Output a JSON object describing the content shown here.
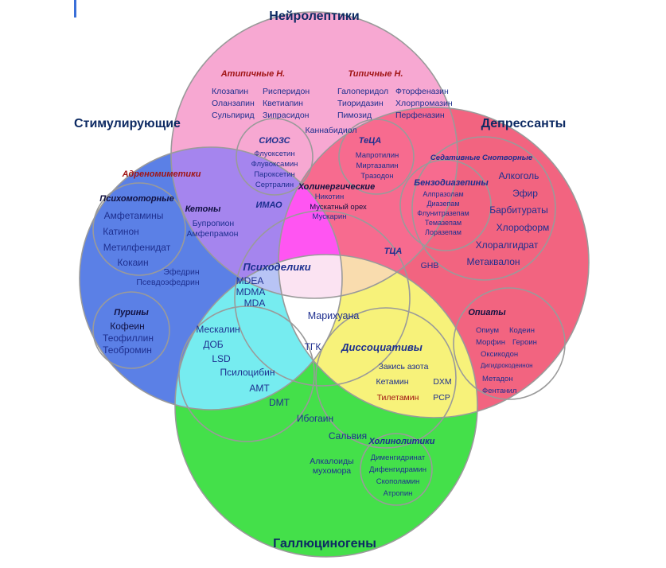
{
  "colors": {
    "neuroleptics": "#f7a6d0",
    "stimulants": "#5a82e8",
    "depressants": "#f0607a",
    "hallucinogens": "#3fe043",
    "label_dark_blue": "#0d2a63",
    "label_red": "#a01414"
  },
  "categories": {
    "neuroleptics": "Нейролептики",
    "stimulants": "Стимулирующие",
    "depressants": "Депрессанты",
    "hallucinogens": "Галлюциногены"
  },
  "groups": {
    "atypical": "Атипичные Н.",
    "typical": "Типичные Н.",
    "ssri": "СИОЗС",
    "teca": "ТеЦА",
    "sedatives": "Седативные Снотворные",
    "adrenomimetics": "Адреномиметики",
    "cholinergic": "Холинергические",
    "benzodiazepines": "Бензодиазепины",
    "psychomotor": "Психомоторные",
    "ketones": "Кетоны",
    "maoi": "ИМАО",
    "tca": "ТЦА",
    "psychedelics": "Психоделики",
    "purines": "Пурины",
    "opiates": "Опиаты",
    "dissociatives": "Диссоциативы",
    "anticholinergics": "Холинолитики"
  },
  "drugs": {
    "atypical": [
      "Клозапин",
      "Рисперидон",
      "Оланзапин",
      "Кветиапин",
      "Сульпирид",
      "Зипрасидон"
    ],
    "typical": [
      "Галоперидол",
      "Фторфеназин",
      "Тиоридазин",
      "Хлорпромазин",
      "Пимозид",
      "Перфеназин"
    ],
    "cannabidiol": "Каннабидиол",
    "ssri": [
      "Флуоксетин",
      "Флувоксамин",
      "Пароксетин",
      "Сертралин"
    ],
    "teca": [
      "Мапротилин",
      "Миртазапин",
      "Тразодон"
    ],
    "cholinergic": [
      "Никотин",
      "Мускатный орех",
      "Мускарин"
    ],
    "benzodiazepines": [
      "Алпразолам",
      "Диазепам",
      "Флунитразепам",
      "Темазепам",
      "Лоразепам"
    ],
    "sedatives": [
      "Алкоголь",
      "Эфир",
      "Барбитураты",
      "Хлороформ",
      "Хлоралгидрат",
      "Метаквалон"
    ],
    "psychomotor": [
      "Амфетамины",
      "Катинон",
      "Метилфенидат",
      "Кокаин"
    ],
    "ketones": [
      "Бупропион",
      "Амфепрамон"
    ],
    "ephedrine": [
      "Эфедрин",
      "Псевдоэфедрин"
    ],
    "purines": [
      "Кофеин",
      "Теофиллин",
      "Теобромин"
    ],
    "tca_ghb": "GHB",
    "psychedelic_amph": [
      "MDEA",
      "MDMA",
      "MDA"
    ],
    "marijuana": "Марихуана",
    "thc": "ТГК",
    "hallucinogens": [
      "Мескалин",
      "ДОБ",
      "LSD",
      "Псилоцибин",
      "АМТ",
      "DMT"
    ],
    "dissociatives": [
      "Закись азота",
      "Кетамин",
      "DXM",
      "Тилетамин",
      "PCP"
    ],
    "opiates": [
      "Опиум",
      "Кодеин",
      "Морфин",
      "Героин",
      "Оксикодон",
      "Дигидрокодеинон",
      "Метадон",
      "Фентанил"
    ],
    "ibogaine": "Ибогаин",
    "salvia": "Сальвия",
    "alkaloids": [
      "Алкалоиды",
      "мухомора"
    ],
    "anticholinergics": [
      "Дименгидринат",
      "Дифенгидрамин",
      "Скополамин",
      "Атропин"
    ]
  }
}
